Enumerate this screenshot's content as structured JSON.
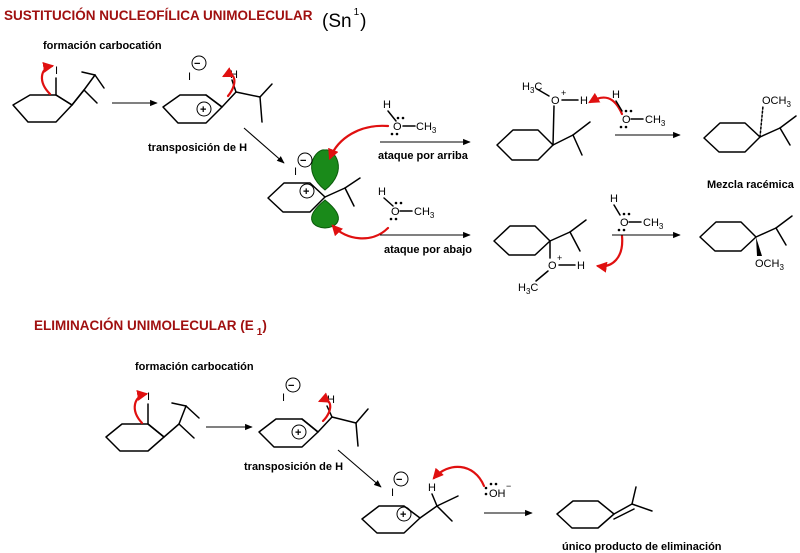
{
  "sn1": {
    "title": "SUSTITUCIÓN NUCLEOFÍLICA UNIMOLECULAR",
    "symbol": "(Sn",
    "symbol_sup": "1",
    "symbol_close": ")",
    "step1_label": "formación carbocatión",
    "step2_label": "transposición de H",
    "attack_top_label": "ataque por arriba",
    "attack_bottom_label": "ataque por abajo",
    "result_label": "Mezcla racémica"
  },
  "e1": {
    "title": "ELIMINACIÓN UNIMOLECULAR (E",
    "title_sub": "1",
    "title_close": ")",
    "step1_label": "formación carbocatión",
    "step2_label": "transposición de H",
    "product_label": "único producto de eliminación"
  },
  "atoms": {
    "iodine": "I",
    "hydrogen": "H",
    "oxygen": "O",
    "plus": "+",
    "methyl": "CH",
    "methyl_sub": "3",
    "methoxy": "OCH",
    "methoxy_sub": "3",
    "h3c": "H",
    "h3c_sub": "3",
    "h3c_c": "C",
    "hydroxide": "OH",
    "minus": "−"
  },
  "colors": {
    "title": "#a01010",
    "curved_arrow": "#e01010",
    "orbital": "#1a8a1a"
  }
}
